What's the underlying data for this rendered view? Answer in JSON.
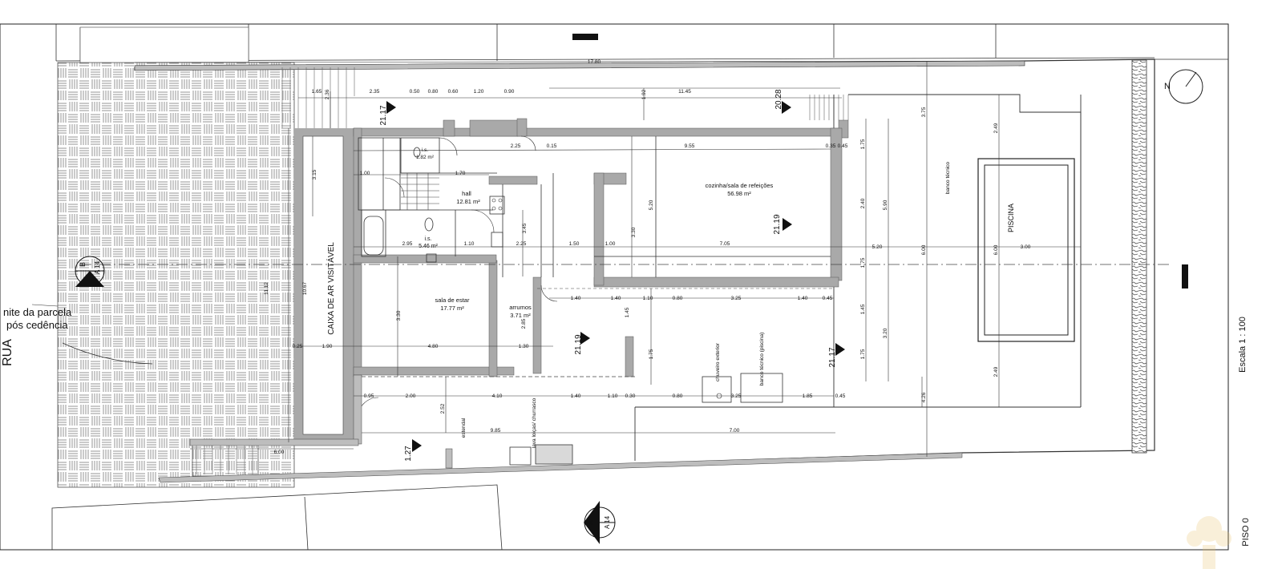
{
  "sheet": {
    "scale_text": "Escala   1 : 100",
    "floor_label": "PISO 0",
    "north_label": "N",
    "parcel_note_line1": "nite da parcela",
    "parcel_note_line2": "pós cedência",
    "edge_fragment": "RUA"
  },
  "rooms": {
    "cozinha_name": "cozinha/sala de refeições",
    "cozinha_area": "56.98 m²",
    "hall_name": "hall",
    "hall_area": "12.81 m²",
    "is_name": "i.s.",
    "is_area": "5.46 m²",
    "is_small_name": "i.s.",
    "is_small_area": "1.82 m²",
    "sala_name": "sala de estar",
    "sala_area": "17.77 m²",
    "arrumos_name": "arrumos",
    "arrumos_area": "3.71 m²",
    "caixa": "CAIXA DE AR VISITÁVEL",
    "piscina": "PISCINA",
    "banco_top": "banco técnico",
    "chuveiro": "chuveiro exterior",
    "banco_pool": "banco técnico (piscina)",
    "estendal": "estendal",
    "lava": "lava loiças/ churrasco"
  },
  "levels": {
    "l1": "21.17",
    "l2": "20.28",
    "l3": "21.19",
    "l4": "21.19",
    "l5": "21.17",
    "l6": "1.27"
  },
  "sections": {
    "a_letter": "A",
    "a_sheet": "A 14",
    "b_letter": "B",
    "b_sheet": "A 14"
  },
  "dims": {
    "top_total": "17.80",
    "d165": "1.65",
    "d235": "2.35",
    "d050": "0.50",
    "d080a": "0.80",
    "d060": "0.60",
    "d120": "1.20",
    "d090": "0.90",
    "d1145": "11.45",
    "d192": "1.92",
    "d236": "2.36",
    "d955": "9.55",
    "d035a": "0.35",
    "d045a": "0.45",
    "d225a": "2.25",
    "d015a": "0.15",
    "d170": "1.70",
    "d100": "1.00",
    "d315": "3.15",
    "d1067": "10.67",
    "d1112": "11.12",
    "d520v": "5.20",
    "d330v": "3.30",
    "d345": "3.45",
    "d225b": "2.25",
    "d150": "1.50",
    "d100b": "1.00",
    "d705": "7.05",
    "d520h": "5.20",
    "d600": "6.00",
    "d300": "3.00",
    "d295": "2.95",
    "d110": "1.10",
    "d140a": "1.40",
    "d140b": "1.40",
    "d080b": "0.80",
    "d325": "3.25",
    "d140c": "1.40",
    "d045b": "0.45",
    "d480": "4.80",
    "d130": "1.30",
    "d190": "1.90",
    "d025": "0.25",
    "d095": "0.95",
    "d200": "2.00",
    "d410": "4.10",
    "d140d": "1.40",
    "d110b": "1.10",
    "d030": "0.30",
    "d110c": "1.10",
    "d080c": "0.80",
    "d325b": "3.25",
    "d185": "1.85",
    "d045c": "0.45",
    "d985": "9.85",
    "d700": "7.00",
    "d600b": "6.00",
    "d252": "2.52",
    "d175a": "1.75",
    "d240": "2.40",
    "d175b": "1.75",
    "d145": "1.45",
    "d175c": "1.75",
    "d590": "5.90",
    "d320": "3.20",
    "d375": "3.75",
    "d249a": "2.49",
    "d600c": "6.00",
    "d249b": "2.49",
    "d426": "4.26",
    "d145b": "1.45",
    "d175d": "1.75",
    "d285": "2.85",
    "d330c": "3.30"
  }
}
